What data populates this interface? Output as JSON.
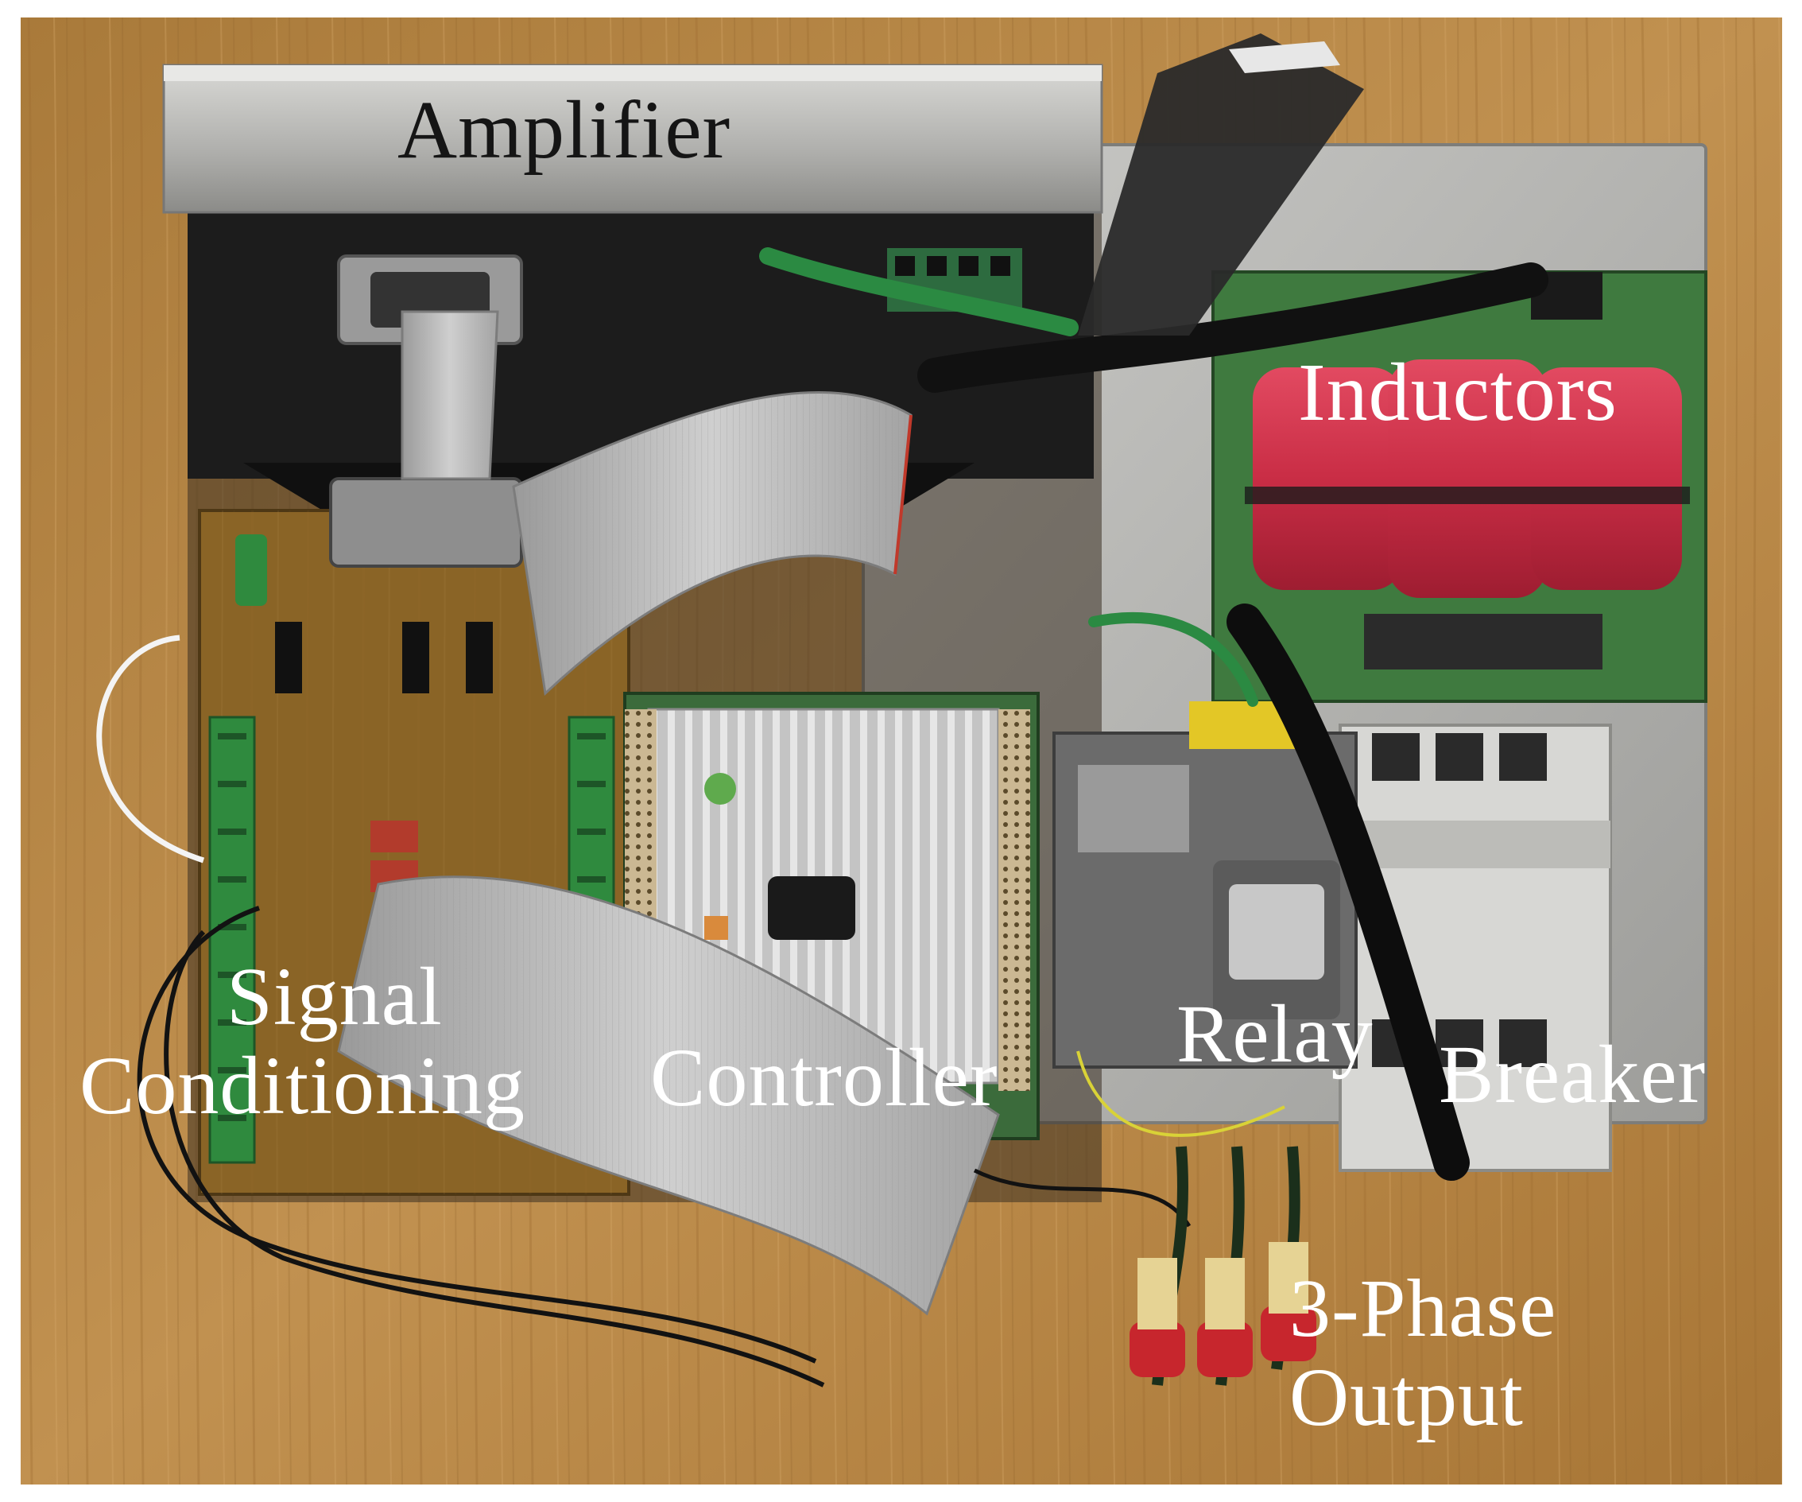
{
  "labels": {
    "amplifier": "Amplifier",
    "inductors": "Inductors",
    "signal_conditioning": [
      "Signal",
      "Conditioning"
    ],
    "controller": "Controller",
    "relay": "Relay",
    "breaker": "Breaker",
    "three_phase_output": [
      "3-Phase",
      "Output"
    ]
  },
  "colors": {
    "background_wood": "#b88a46",
    "amplifier_heatsink": "#b9b9b7",
    "inductor_red": "#d0314a",
    "pcb_green": "#3f7a3f",
    "ribbon_cable": "#b9b9b9",
    "label_light": "#ffffff",
    "label_dark": "#151515"
  }
}
